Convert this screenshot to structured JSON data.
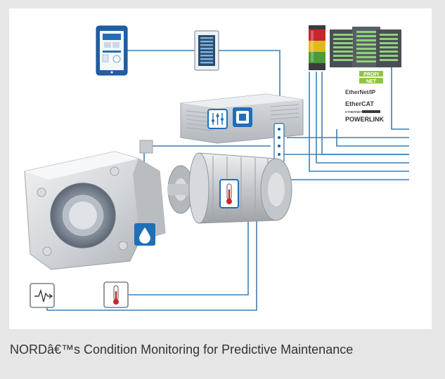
{
  "caption": "NORDâ€™s Condition Monitoring for Predictive Maintenance",
  "protocols": {
    "profinet_top": "PROFI",
    "profinet_bottom": "NET",
    "ethernetip": "EtherNet/IP",
    "ethercat": "EtherCAT",
    "powerlink_small": "ETHERNET",
    "powerlink": "POWERLINK"
  },
  "colors": {
    "line": "#3d7fb5",
    "accent": "#1f6fb8",
    "signal_red": "#c8262c",
    "signal_yellow": "#e2b91c",
    "signal_green": "#4a9a3a"
  },
  "icons": {
    "tablet": "tablet-app-icon",
    "display": "display-panel-icon",
    "signal_tower": "signal-tower-icon",
    "servers": "server-rack-icon",
    "controller": "frequency-inverter-icon",
    "oil": "oil-drop-icon",
    "temperature": "thermometer-icon",
    "vibration": "vibration-sensor-icon"
  }
}
